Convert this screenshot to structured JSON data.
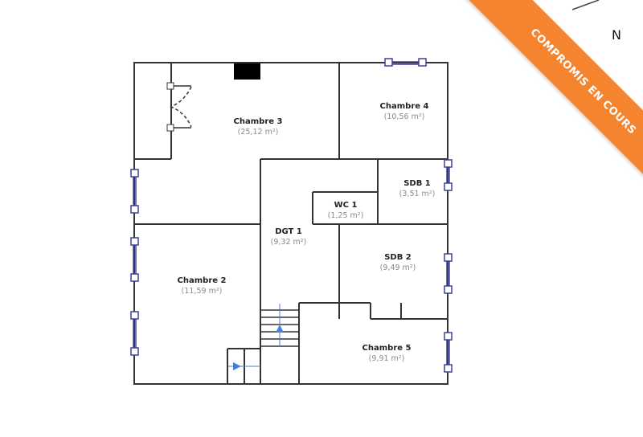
{
  "banner": {
    "text": "COMPROMIS EN COURS",
    "color": "#f4852e"
  },
  "compass": {
    "label": "N"
  },
  "colors": {
    "wall": "#333333",
    "window": "#3f3f9a",
    "stairs_arrow": "#4a7fd8"
  },
  "rooms": [
    {
      "name": "Chambre 3",
      "area": "(25,12 m²)"
    },
    {
      "name": "Chambre 4",
      "area": "(10,56 m²)"
    },
    {
      "name": "SDB 1",
      "area": "(3,51 m²)"
    },
    {
      "name": "WC 1",
      "area": "(1,25 m²)"
    },
    {
      "name": "DGT 1",
      "area": "(9,32 m²)"
    },
    {
      "name": "SDB 2",
      "area": "(9,49 m²)"
    },
    {
      "name": "Chambre 2",
      "area": "(11,59 m²)"
    },
    {
      "name": "Chambre 5",
      "area": "(9,91 m²)"
    }
  ]
}
